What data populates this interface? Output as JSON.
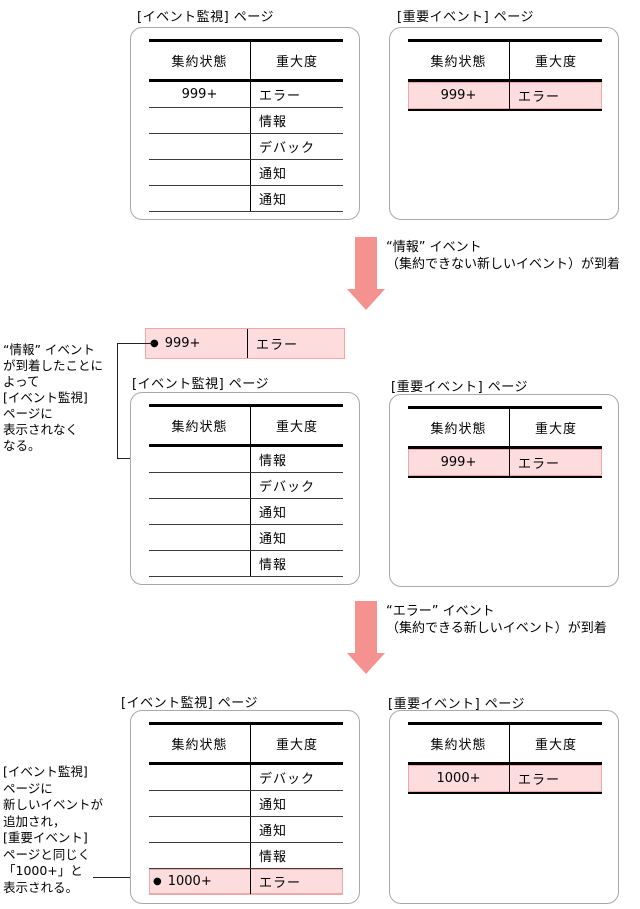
{
  "labels": {
    "col_aggregation": "集約状態",
    "col_severity": "重大度"
  },
  "icons": {
    "aggregation_bullet": "●",
    "transition_arrow": "down-block-arrow"
  },
  "colors": {
    "pink_fill": "#fcdcdc",
    "pink_border": "#eda8a8",
    "arrow": "#f5918f"
  },
  "top": {
    "monitor": {
      "title": "[イベント監視] ページ",
      "rows": [
        {
          "agg": "999+",
          "sev": "エラー"
        },
        {
          "agg": "",
          "sev": "情報"
        },
        {
          "agg": "",
          "sev": "デバック"
        },
        {
          "agg": "",
          "sev": "通知"
        },
        {
          "agg": "",
          "sev": "通知"
        }
      ]
    },
    "important": {
      "title": "[重要イベント] ページ",
      "rows": [
        {
          "agg": "999+",
          "sev": "エラー"
        }
      ]
    }
  },
  "transition1": {
    "line1": "“情報” イベント",
    "line2": "（集約できない新しいイベント）が到着"
  },
  "floating_row": {
    "agg": "999+",
    "sev": "エラー"
  },
  "middle": {
    "note": {
      "lines": [
        "“情報” イベント",
        "が到着したことに",
        "よって",
        "[イベント監視]",
        "ページに",
        "表示されなく",
        "なる。"
      ]
    },
    "monitor": {
      "title": "[イベント監視] ページ",
      "rows": [
        {
          "agg": "",
          "sev": "情報"
        },
        {
          "agg": "",
          "sev": "デバック"
        },
        {
          "agg": "",
          "sev": "通知"
        },
        {
          "agg": "",
          "sev": "通知"
        },
        {
          "agg": "",
          "sev": "情報"
        }
      ]
    },
    "important": {
      "title": "[重要イベント] ページ",
      "rows": [
        {
          "agg": "999+",
          "sev": "エラー"
        }
      ]
    }
  },
  "transition2": {
    "line1": "“エラー” イベント",
    "line2": "（集約できる新しいイベント）が到着"
  },
  "bottom": {
    "note": {
      "lines": [
        "[イベント監視]",
        "ページに",
        "新しいイベントが",
        "追加され，",
        "[重要イベント]",
        "ページと同じく",
        "「1000+」と",
        "表示される。"
      ]
    },
    "monitor": {
      "title": "[イベント監視] ページ",
      "rows": [
        {
          "agg": "",
          "sev": "デバック"
        },
        {
          "agg": "",
          "sev": "通知"
        },
        {
          "agg": "",
          "sev": "通知"
        },
        {
          "agg": "",
          "sev": "情報"
        },
        {
          "agg": "1000+",
          "sev": "エラー"
        }
      ]
    },
    "important": {
      "title": "[重要イベント] ページ",
      "rows": [
        {
          "agg": "1000+",
          "sev": "エラー"
        }
      ]
    }
  }
}
